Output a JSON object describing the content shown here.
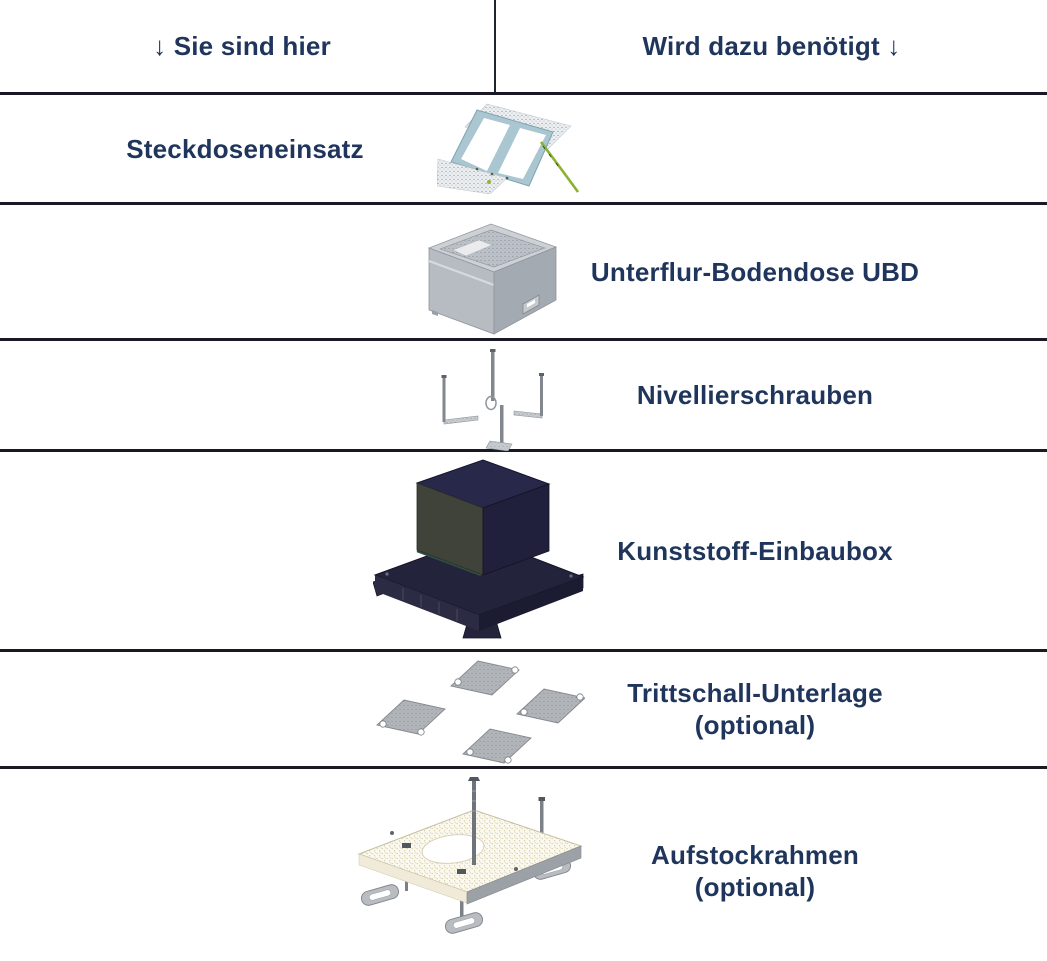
{
  "colors": {
    "text": "#1f355c",
    "divider": "#1a1a26",
    "header_vertical_line": "#1d2530",
    "background": "#ffffff",
    "socket_frame_blue": "#a9c6d1",
    "wire_green": "#8ab22e",
    "metal_grey": "#b6bcc1",
    "plastic_box_dark": "#23233b",
    "plastic_box_face_olive": "#40433a",
    "pad_grey": "#b2b6bb",
    "frame_cream": "#f7f3e4"
  },
  "header": {
    "left_label": "↓ Sie sind hier",
    "right_label": "Wird dazu benötigt ↓"
  },
  "rows": [
    {
      "name": "steckdoseneinsatz",
      "label": "Steckdoseneinsatz",
      "illustration": "socket-insert"
    },
    {
      "name": "unterflur-bodendose",
      "label": "Unterflur-Bodendose UBD",
      "illustration": "underfloor-box"
    },
    {
      "name": "nivellierschrauben",
      "label": "Nivellierschrauben",
      "illustration": "levelling-screws"
    },
    {
      "name": "kunststoff-einbaubox",
      "label": "Kunststoff-Einbaubox",
      "illustration": "plastic-mounting-box"
    },
    {
      "name": "trittschall-unterlage",
      "label": "Trittschall-Unterlage",
      "label_line2": "(optional)",
      "illustration": "impact-sound-pads"
    },
    {
      "name": "aufstockrahmen",
      "label": "Aufstockrahmen",
      "label_line2": "(optional)",
      "illustration": "raising-frame"
    }
  ]
}
